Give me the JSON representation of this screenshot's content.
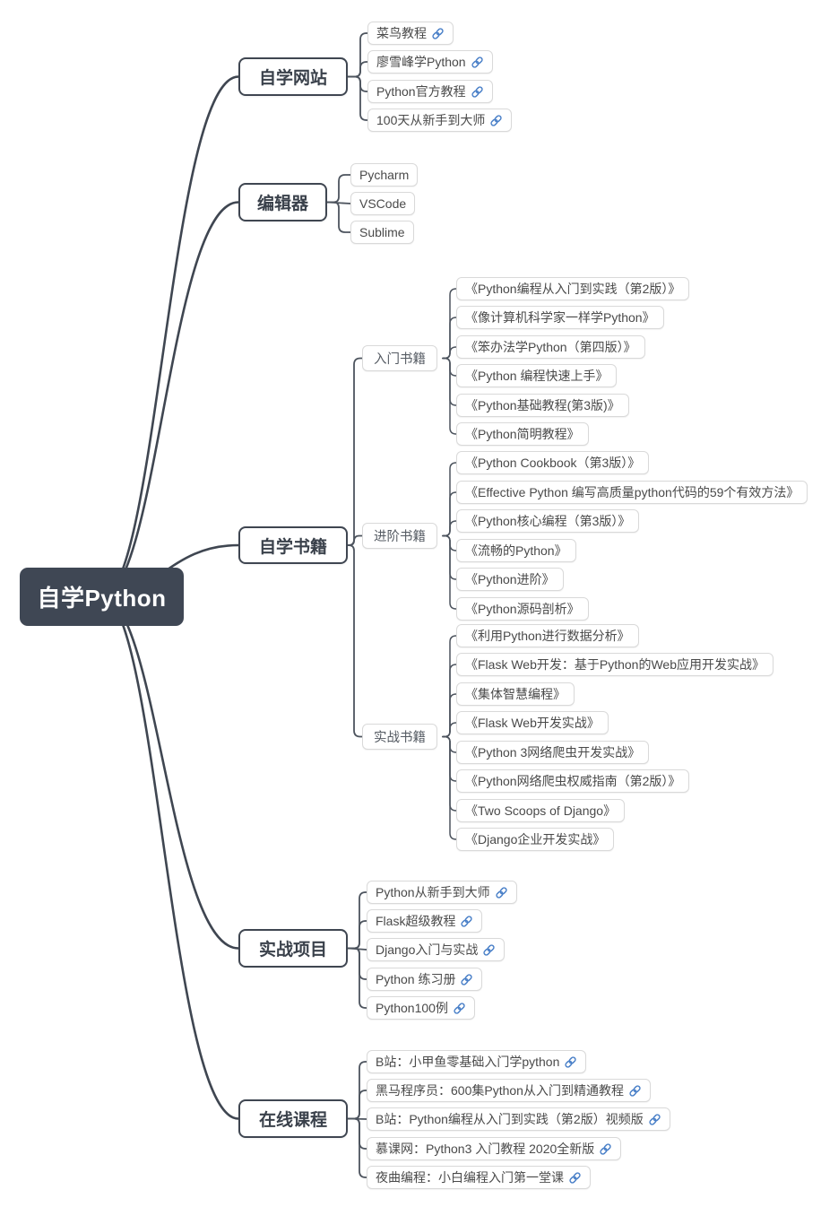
{
  "root": {
    "label": "自学Python"
  },
  "branches": [
    {
      "label": "自学网站",
      "children": [
        {
          "label": "菜鸟教程",
          "link": true
        },
        {
          "label": "廖雪峰学Python",
          "link": true
        },
        {
          "label": "Python官方教程",
          "link": true
        },
        {
          "label": "100天从新手到大师",
          "link": true
        }
      ]
    },
    {
      "label": "编辑器",
      "children": [
        {
          "label": "Pycharm"
        },
        {
          "label": "VSCode"
        },
        {
          "label": "Sublime"
        }
      ]
    },
    {
      "label": "自学书籍",
      "children": [
        {
          "label": "入门书籍",
          "children": [
            {
              "label": "《Python编程从入门到实践（第2版）》"
            },
            {
              "label": "《像计算机科学家一样学Python》"
            },
            {
              "label": "《笨办法学Python（第四版）》"
            },
            {
              "label": "《Python 编程快速上手》"
            },
            {
              "label": "《Python基础教程(第3版)》"
            },
            {
              "label": "《Python简明教程》"
            }
          ]
        },
        {
          "label": "进阶书籍",
          "children": [
            {
              "label": "《Python Cookbook（第3版）》"
            },
            {
              "label": "《Effective Python 编写高质量python代码的59个有效方法》"
            },
            {
              "label": "《Python核心编程（第3版）》"
            },
            {
              "label": "《流畅的Python》"
            },
            {
              "label": "《Python进阶》"
            },
            {
              "label": "《Python源码剖析》"
            }
          ]
        },
        {
          "label": "实战书籍",
          "children": [
            {
              "label": "《利用Python进行数据分析》"
            },
            {
              "label": "《Flask Web开发：基于Python的Web应用开发实战》"
            },
            {
              "label": "《集体智慧编程》"
            },
            {
              "label": "《Flask Web开发实战》"
            },
            {
              "label": "《Python 3网络爬虫开发实战》"
            },
            {
              "label": "《Python网络爬虫权威指南（第2版）》"
            },
            {
              "label": "《Two Scoops of Django》"
            },
            {
              "label": "《Django企业开发实战》"
            }
          ]
        }
      ]
    },
    {
      "label": "实战项目",
      "children": [
        {
          "label": "Python从新手到大师",
          "link": true
        },
        {
          "label": "Flask超级教程",
          "link": true
        },
        {
          "label": "Django入门与实战",
          "link": true
        },
        {
          "label": "Python 练习册",
          "link": true
        },
        {
          "label": "Python100例",
          "link": true
        }
      ]
    },
    {
      "label": "在线课程",
      "children": [
        {
          "label": "B站：小甲鱼零基础入门学python",
          "link": true
        },
        {
          "label": "黑马程序员：600集Python从入门到精通教程",
          "link": true
        },
        {
          "label": "B站：Python编程从入门到实践（第2版）视频版",
          "link": true
        },
        {
          "label": "慕课网：Python3 入门教程 2020全新版",
          "link": true
        },
        {
          "label": "夜曲编程：小白编程入门第一堂课",
          "link": true
        }
      ]
    }
  ],
  "icons": {
    "link": "chain-link-icon"
  },
  "colors": {
    "background": "#ffffff",
    "root_bg": "#3f4754",
    "root_text": "#ffffff",
    "branch_border": "#3f4651",
    "branch_text": "#3a414b",
    "node_border": "#d9d9d9",
    "node_text": "#4a4a4a",
    "mid_text": "#555b63",
    "connector_main": "#3f4651",
    "connector_sub": "#4d545e",
    "link_icon": "#4a80c8"
  }
}
